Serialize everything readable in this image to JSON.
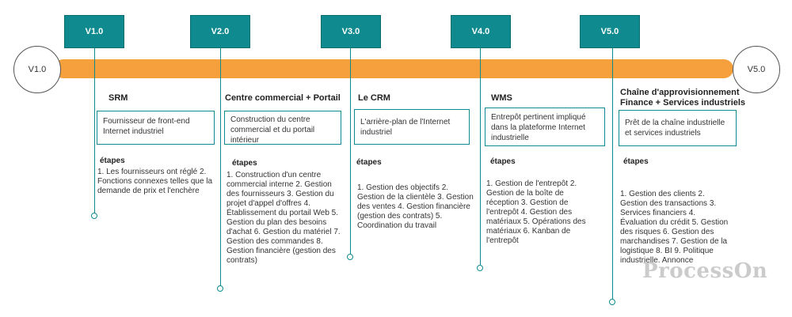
{
  "timeline": {
    "start_label": "V1.0",
    "end_label": "V5.0",
    "accent_color": "#0f8a8f",
    "bar_color": "#f5a03c",
    "stages": [
      {
        "version": "V1.0",
        "title": "SRM",
        "description": "Fournisseur de front-end Internet industriel",
        "etapes_label": "étapes",
        "steps": "1. Les fournisseurs ont réglé 2. Fonctions connexes telles que la demande de prix et l'enchère"
      },
      {
        "version": "V2.0",
        "title": "Centre commercial + Portail",
        "description": "Construction du centre commercial et du portail intérieur",
        "etapes_label": "étapes",
        "steps": "1. Construction d'un centre commercial interne 2. Gestion des fournisseurs 3. Gestion du projet d'appel d'offres 4. Établissement du portail Web 5. Gestion du plan des besoins d'achat 6. Gestion du matériel 7. Gestion des commandes 8. Gestion financière (gestion des contrats)"
      },
      {
        "version": "V3.0",
        "title": "Le CRM",
        "description": "L'arrière-plan de l'Internet industriel",
        "etapes_label": "étapes",
        "steps": "1. Gestion des objectifs 2. Gestion de la clientèle 3. Gestion des ventes 4. Gestion financière (gestion des contrats) 5. Coordination du travail"
      },
      {
        "version": "V4.0",
        "title": "WMS",
        "description": "Entrepôt pertinent impliqué dans la plateforme Internet industrielle",
        "etapes_label": "étapes",
        "steps": "1. Gestion de l'entrepôt 2. Gestion de la boîte de réception 3. Gestion de l'entrepôt 4. Gestion des matériaux 5. Opérations des matériaux 6. Kanban de l'entrepôt"
      },
      {
        "version": "V5.0",
        "title": "Chaîne d'approvisionnement Finance + Services industriels",
        "description": "Prêt de la chaîne industrielle et services industriels",
        "etapes_label": "étapes",
        "steps": "1. Gestion des clients 2. Gestion des transactions 3. Services financiers 4. Évaluation du crédit 5. Gestion des risques 6. Gestion des marchandises 7. Gestion de la logistique 8. BI 9. Politique industrielle. Annonce"
      }
    ]
  },
  "watermark": "ProcessOn"
}
